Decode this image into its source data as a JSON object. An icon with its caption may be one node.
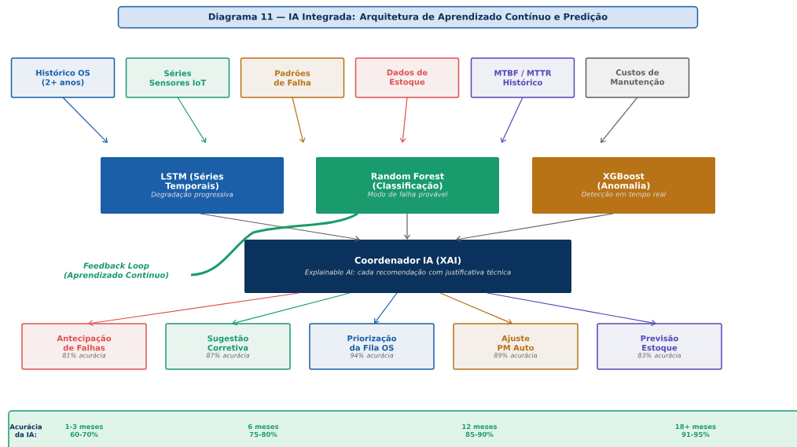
{
  "diagram": {
    "title": "Diagrama 11 — IA Integrada: Arquitetura de Aprendizado Contínuo e Predição",
    "nodes": [
      {
        "text": [
          "Histórico OS (2+ anos)"
        ]
      },
      {
        "text": [
          "Séries Sensores IoT"
        ]
      },
      {
        "text": [
          "Padrões de Falha"
        ]
      },
      {
        "text": [
          "Dados de Estoque"
        ]
      },
      {
        "text": [
          "MTBF / MTTR Histórico"
        ]
      },
      {
        "text": [
          "Custos de Manutenção"
        ]
      },
      {
        "text": [
          "LSTM (Séries Temporais)",
          "Degradação progressiva"
        ]
      },
      {
        "text": [
          "Random Forest (Classificação)",
          "Modo de falha provável"
        ]
      },
      {
        "text": [
          "XGBoost (Anomalia)",
          "Detecção em tempo real"
        ]
      },
      {
        "text": [
          "Coordenador IA (XAI)",
          "Explainable AI: cada recomendação com justificativa técnica"
        ]
      },
      {
        "text": [
          "Feedback Loop (Aprendizado Contínuo)"
        ]
      },
      {
        "text": [
          "Antecipação de Falhas",
          "81% acurácia"
        ]
      },
      {
        "text": [
          "Sugestão Corretiva",
          "87% acurácia"
        ]
      },
      {
        "text": [
          "Priorização da Fila OS",
          "94% acurácia"
        ]
      },
      {
        "text": [
          "Ajuste PM Auto",
          "89% acurácia"
        ]
      },
      {
        "text": [
          "Previsão Estoque",
          "83% acurácia"
        ]
      },
      {
        "text": [
          "Acurácia da IA:",
          "1-3 meses 60-70%",
          "6 meses 75-80%",
          "12 meses 85-90%",
          "18+ meses 91-95%"
        ]
      }
    ],
    "edges": [
      {
        "from": 0,
        "to": null,
        "arrow": "to",
        "color": "#1a5fa8"
      },
      {
        "from": 1,
        "to": null,
        "arrow": "to",
        "color": "#1a9b6e"
      },
      {
        "from": 2,
        "to": null,
        "arrow": "to",
        "color": "#b87316"
      },
      {
        "from": 3,
        "to": null,
        "arrow": "to",
        "color": "#e05050"
      },
      {
        "from": 4,
        "to": null,
        "arrow": "to",
        "color": "#5548b8"
      },
      {
        "from": 5,
        "to": null,
        "arrow": "to",
        "color": "#606060"
      },
      {
        "from": 6,
        "to": 9,
        "arrow": "to",
        "color": "#606060"
      },
      {
        "from": 7,
        "to": 9,
        "arrow": "to",
        "color": "#606060"
      },
      {
        "from": 8,
        "to": 9,
        "arrow": "to",
        "color": "#606060"
      },
      {
        "from": 10,
        "to": 7,
        "arrow": "none",
        "style": "thick",
        "color": "#1a9b6e"
      },
      {
        "from": 9,
        "to": 11,
        "arrow": "to",
        "color": "#e05050"
      },
      {
        "from": 9,
        "to": 12,
        "arrow": "to",
        "color": "#1a9b6e"
      },
      {
        "from": 9,
        "to": 13,
        "arrow": "to",
        "color": "#1a5fa8"
      },
      {
        "from": 9,
        "to": 14,
        "arrow": "to",
        "color": "#b87316"
      },
      {
        "from": 9,
        "to": 15,
        "arrow": "to",
        "color": "#5548b8"
      }
    ]
  }
}
